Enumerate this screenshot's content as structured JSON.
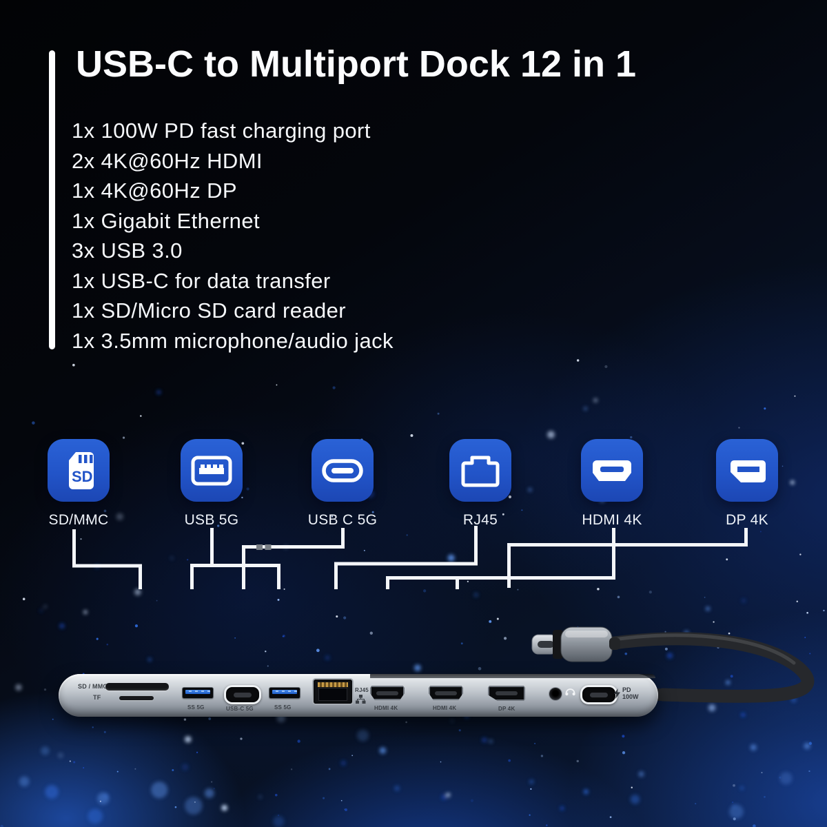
{
  "header": {
    "title": "USB-C to Multiport Dock 12 in 1"
  },
  "features": [
    "1x 100W PD fast charging port",
    "2x 4K@60Hz HDMI",
    "1x 4K@60Hz DP",
    "1x Gigabit Ethernet",
    "3x USB 3.0",
    "1x USB-C for data transfer",
    "1x SD/Micro SD card reader",
    "1x 3.5mm microphone/audio jack"
  ],
  "icons": [
    {
      "name": "sd-card-icon",
      "label": "SD/MMC"
    },
    {
      "name": "usb-a-icon",
      "label": "USB 5G"
    },
    {
      "name": "usb-c-icon",
      "label": "USB C 5G"
    },
    {
      "name": "rj45-icon",
      "label": "RJ45"
    },
    {
      "name": "hdmi-icon",
      "label": "HDMI 4K"
    },
    {
      "name": "displayport-icon",
      "label": "DP 4K"
    }
  ],
  "dock": {
    "sd_slot_label": "SD / MMC",
    "tf_slot_label": "TF",
    "usb_a_label": "SS 5G",
    "usb_c_label": "USB-C 5G",
    "rj45_label": "RJ45",
    "hdmi_label": "HDMI 4K",
    "dp_label": "DP 4K",
    "pd_label_line1": "PD",
    "pd_label_line2": "100W"
  },
  "colors": {
    "icon_blue": "#2254c8",
    "usb_port_blue": "#2e74d8",
    "accent": "#ffffff"
  }
}
